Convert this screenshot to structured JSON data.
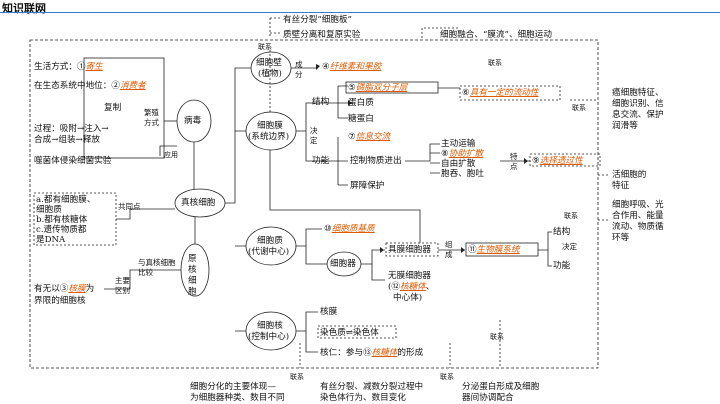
{
  "header": {
    "title": "知识联网"
  },
  "top": {
    "cell_wall_1": "有丝分裂“细胞板”",
    "cell_wall_2": "质壁分离和复原实验",
    "top_right": "细胞融合、“膜流”、细胞运动",
    "link1": "联系",
    "link2": "联系",
    "link3": "联系",
    "link4": "联系"
  },
  "virus": {
    "title": "病毒",
    "life": "生活方式：①",
    "life_ans": "寄生",
    "eco": "在生态系统中地位：②",
    "eco_ans": "消费者",
    "copy": "复制",
    "repro": "繁殖方式",
    "process1": "过程：吸附→注入→",
    "process2": "合成→组装→释放",
    "phage": "噬菌体侵染细菌实验",
    "apply": "应用"
  },
  "euk": {
    "title": "真核细胞"
  },
  "prok": {
    "title": "原核细胞",
    "compare": "与真核细胞比较",
    "common": "共同点",
    "c1": "a.都有细胞膜、",
    "c2": "细胞质",
    "c3": "b.都有核糖体",
    "c4": "c.遗传物质都",
    "c5": "是DNA",
    "diff_pre": "有无以③",
    "diff_ans": "核膜",
    "diff_post": "为",
    "diff2": "界限的细胞核",
    "main_diff": "主要区别"
  },
  "wall": {
    "title1": "细胞壁",
    "title2": "(植物)",
    "comp": "成分",
    "n4": "④",
    "ans4": "纤维素和果胶"
  },
  "membrane": {
    "title1": "细胞膜",
    "title2": "(系统边界)",
    "struct": "结构",
    "decide": "决定",
    "func": "功能",
    "n5": "⑤",
    "ans5": "磷脂双分子层",
    "protein": "蛋白质",
    "glyco": "糖蛋白",
    "n6": "⑥",
    "ans6": "具有一定的流动性",
    "n7": "⑦",
    "ans7": "信息交流",
    "control": "控制物质进出",
    "barrier": "屏障保护",
    "active": "主动运输",
    "n8": "⑧",
    "ans8": "协助扩散",
    "free": "自由扩散",
    "endo": "胞吞、胞吐",
    "feature": "特点",
    "n9": "⑨",
    "ans9": "选择透过性"
  },
  "right": {
    "r1": "癌细胞特征、",
    "r2": "细胞识别、信",
    "r3": "息交流、保护",
    "r4": "润滑等",
    "r5": "活细胞的",
    "r6": "特征",
    "r7": "细胞呼吸、光",
    "r8": "合作用、能量",
    "r9": "流动、物质循",
    "r10": "环等"
  },
  "cytoplasm": {
    "title1": "细胞质",
    "title2": "(代谢中心)",
    "n10": "⑩",
    "ans10": "细胞质基质",
    "organelle": "细胞器",
    "mem_org": "具膜细胞器",
    "form": "组成",
    "n11": "⑪",
    "ans11": "生物膜系统",
    "struct": "结构",
    "decide": "决定",
    "func": "功能",
    "nonmem": "无膜细胞器",
    "n12": "(⑫",
    "ans12": "核糖体",
    "n12b": "、",
    "center": "中心体)"
  },
  "nucleus": {
    "title1": "细胞核",
    "title2": "(控制中心)",
    "envelope": "核膜",
    "chrom": "染色质",
    "chrom2": "染色体",
    "nucleolus": "核仁：参与⑬",
    "ans13": "核糖体",
    "nucleolus2": "的形成"
  },
  "bottom": {
    "b1": "细胞分化的主要体现—",
    "b2": "为细胞器种类、数目不同",
    "b3": "有丝分裂、减数分裂过程中",
    "b4": "染色体行为、数目变化",
    "b5": "分泌蛋白形成及细胞",
    "b6": "器间协调配合",
    "l1": "联系",
    "l2": "联系",
    "l3": "联系"
  }
}
